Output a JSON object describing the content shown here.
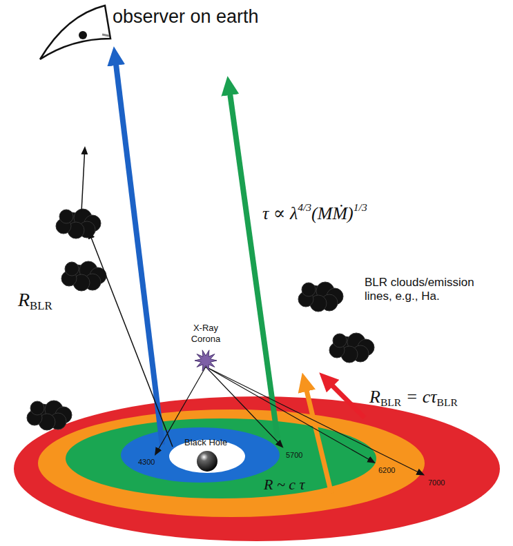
{
  "diagram": {
    "nodes": [
      {
        "text": [
          "7000"
        ]
      },
      {
        "text": [
          "6200"
        ],
        "in": 0
      },
      {
        "text": [
          "5700"
        ],
        "in": 1
      },
      {
        "text": [
          "4300"
        ],
        "in": 2
      }
    ],
    "labels": [
      "observer on earth",
      "τ ∝ λ4/3(MṀ)1/3",
      "BLR clouds/emission lines, e.g., Ha.",
      "RBLR",
      "X-Ray Corona",
      "Black Hole",
      "R ~ c τ",
      "RBLR = cτBLR"
    ]
  }
}
